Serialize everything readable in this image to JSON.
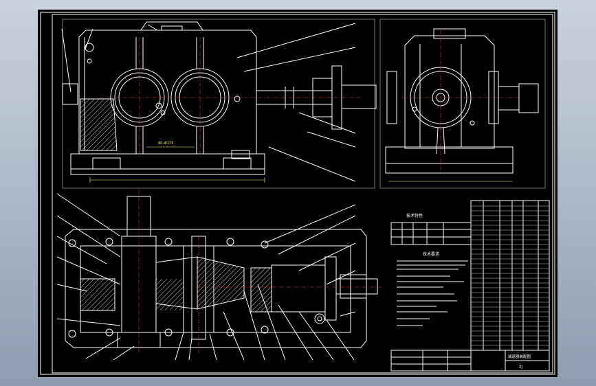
{
  "drawing": {
    "background": "#000000",
    "line_color": "#ffffff",
    "accent_color": "#ffff5a",
    "dimension_front": "Φ1-Φ175",
    "table_title": "技术特性",
    "notes_title": "技术要求",
    "title_block": {
      "title": "减速器装配图",
      "drawing_no": "ZJ"
    }
  }
}
